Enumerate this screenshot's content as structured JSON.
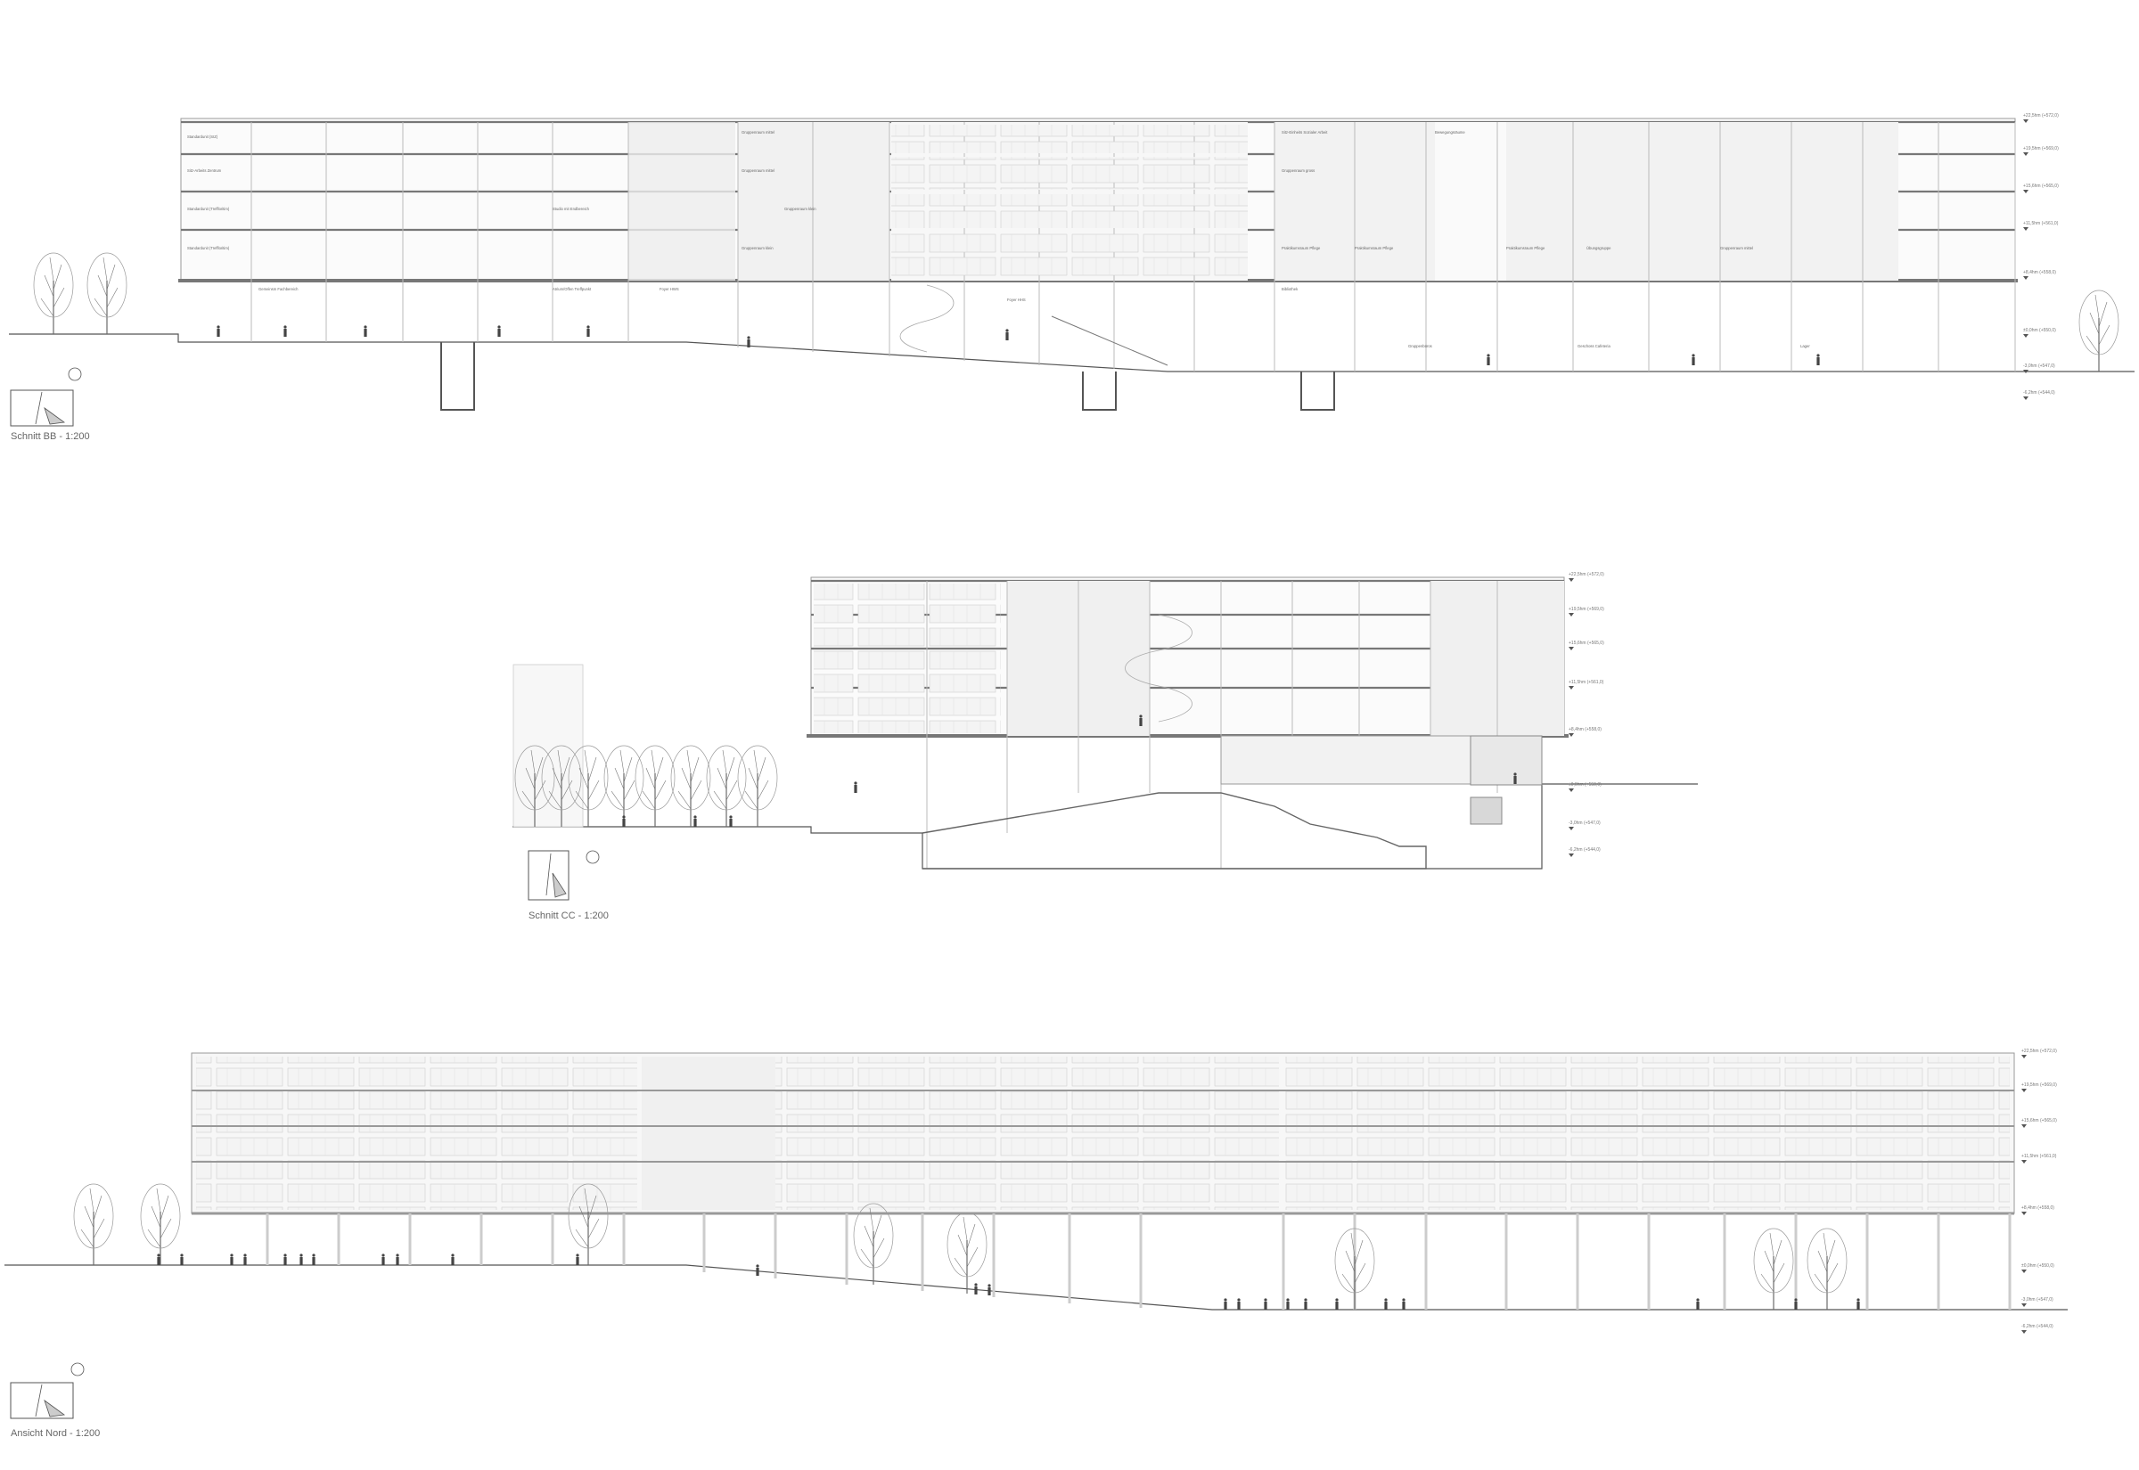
{
  "drawings": [
    {
      "id": "bb",
      "caption": "Schnitt BB -  1:200",
      "levels": [
        "+22,5hm (+572,0)",
        "+19,5hm (+569,0)",
        "+15,6hm (+565,0)",
        "+11,5hm (+561,0)",
        "+8,4hm (+558,0)",
        "±0,0hm (+550,0)",
        "-3,0hm (+547,0)",
        "-6,2hm (+544,0)"
      ],
      "rooms": [
        "Standardunit (SIZ)",
        "Sitz-Arbeits Zentrum",
        "Standardunit (Treffloritim)",
        "Standardunit (Treffloritim)",
        "Studio mit Endbereich",
        "Gemeinsm Fachbereich",
        "Atrium/Offen Treffpunkt",
        "Foyer HWS",
        "Foyer HHS",
        "Gruppenraum mittel",
        "Gruppenraum mittel",
        "Gruppenraum klein",
        "Gruppenraum klein",
        "Sitz-Einheits Sozialer Arbeit",
        "Bewegungsräume",
        "Gruppenraum gross",
        "Praktikumsraum Pflege",
        "Praktikumsraum Pflege",
        "Praktikumsraum Pflege",
        "Übungsgruppe",
        "Gruppenraum mittel",
        "Bibliothek",
        "Gruppenbüros",
        "Geschoss Cafeteria",
        "Lager"
      ]
    },
    {
      "id": "cc",
      "caption": "Schnitt CC - 1:200",
      "levels": [
        "+22,5hm (+572,0)",
        "+19,5hm (+569,0)",
        "+15,6hm (+565,0)",
        "+11,5hm (+561,0)",
        "+8,4hm (+558,0)",
        "±0,0hm (+550,0)",
        "-3,0hm (+547,0)",
        "-6,2hm (+544,0)"
      ]
    },
    {
      "id": "nord",
      "caption": "Ansicht Nord - 1:200",
      "levels": [
        "+22,5hm (+572,0)",
        "+19,5hm (+569,0)",
        "+15,6hm (+565,0)",
        "+11,5hm (+561,0)",
        "+8,4hm (+558,0)",
        "±0,0hm (+550,0)",
        "-3,0hm (+547,0)",
        "-6,2hm (+544,0)"
      ]
    }
  ]
}
